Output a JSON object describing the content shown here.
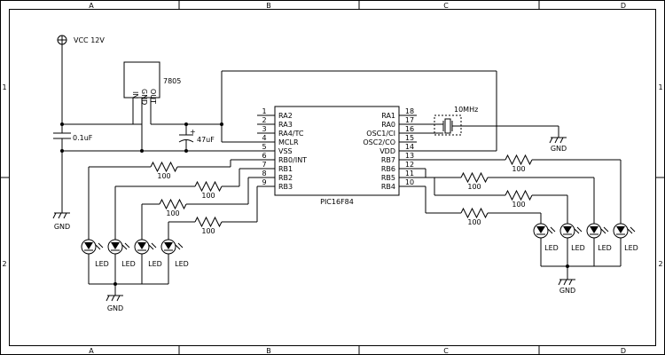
{
  "frame": {
    "columns": [
      "A",
      "B",
      "C",
      "D"
    ],
    "rows": [
      "1",
      "2"
    ]
  },
  "power": {
    "vcc_label": "VCC 12V",
    "gnd_label": "GND"
  },
  "regulator": {
    "label": "7805",
    "pins": [
      "IN",
      "GND",
      "OUT"
    ]
  },
  "caps": {
    "c1": "0.1uF",
    "c2": "47uF"
  },
  "crystal": {
    "label": "10MHz"
  },
  "mcu": {
    "label": "PIC16F84",
    "left_pins": [
      {
        "num": "1",
        "name": "RA2"
      },
      {
        "num": "2",
        "name": "RA3"
      },
      {
        "num": "3",
        "name": "RA4/TC"
      },
      {
        "num": "4",
        "name": "MCLR"
      },
      {
        "num": "5",
        "name": "VSS"
      },
      {
        "num": "6",
        "name": "RB0/INT"
      },
      {
        "num": "7",
        "name": "RB1"
      },
      {
        "num": "8",
        "name": "RB2"
      },
      {
        "num": "9",
        "name": "RB3"
      }
    ],
    "right_pins": [
      {
        "num": "18",
        "name": "RA1"
      },
      {
        "num": "17",
        "name": "RA0"
      },
      {
        "num": "16",
        "name": "OSC1/CI"
      },
      {
        "num": "15",
        "name": "OSC2/CO"
      },
      {
        "num": "14",
        "name": "VDD"
      },
      {
        "num": "13",
        "name": "RB7"
      },
      {
        "num": "12",
        "name": "RB6"
      },
      {
        "num": "11",
        "name": "RB5"
      },
      {
        "num": "10",
        "name": "RB4"
      }
    ]
  },
  "resistor_value": "100",
  "led_label": "LED"
}
